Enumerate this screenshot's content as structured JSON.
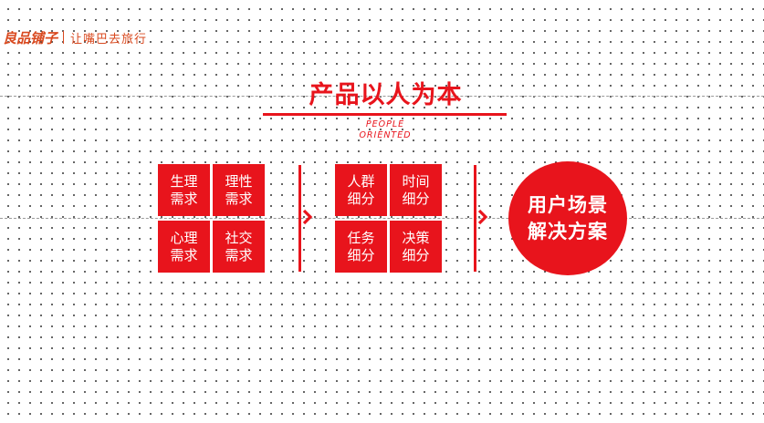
{
  "brand": {
    "logo": "良品铺子",
    "slogan": "让嘴巴去旅行"
  },
  "title": "产品以人为本",
  "subtitle": {
    "line1": "PEOPLE",
    "line2": "ORIENTED"
  },
  "needs": [
    {
      "line1": "生理",
      "line2": "需求"
    },
    {
      "line1": "理性",
      "line2": "需求"
    },
    {
      "line1": "心理",
      "line2": "需求"
    },
    {
      "line1": "社交",
      "line2": "需求"
    }
  ],
  "segments": [
    {
      "line1": "人群",
      "line2": "细分"
    },
    {
      "line1": "时间",
      "line2": "细分"
    },
    {
      "line1": "任务",
      "line2": "细分"
    },
    {
      "line1": "决策",
      "line2": "细分"
    }
  ],
  "result": {
    "line1": "用户场景",
    "line2": "解决方案"
  },
  "colors": {
    "accent": "#e8141c",
    "brand": "#d9491f"
  }
}
